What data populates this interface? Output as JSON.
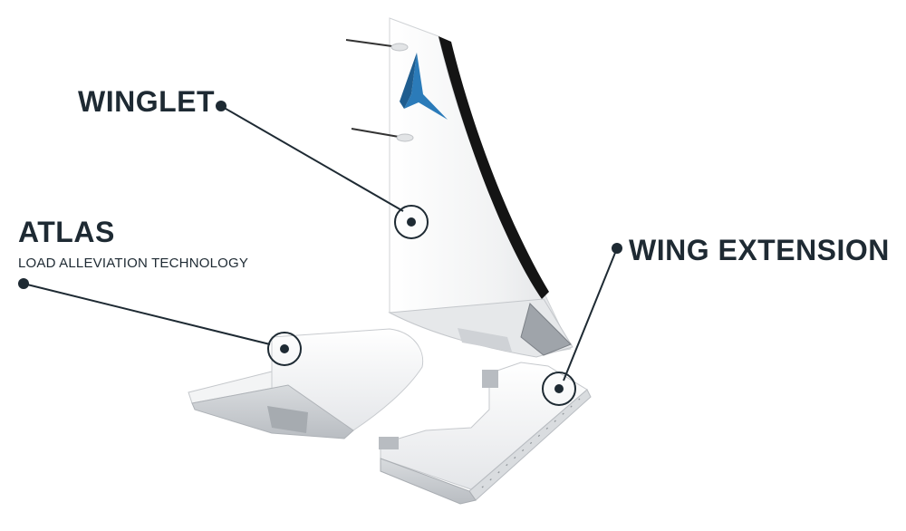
{
  "labels": {
    "winglet": "WINGLET",
    "atlas_title": "ATLAS",
    "atlas_subtitle": "LOAD ALLEVIATION TECHNOLOGY",
    "wing_extension": "WING EXTENSION"
  },
  "colors": {
    "label_text": "#1e2a33",
    "leader_line": "#1e2a33",
    "logo_blue": "#2b7bb9",
    "part_white": "#f2f3f4",
    "part_shadow": "#c9ccd0",
    "leading_edge": "#141414"
  },
  "icons": {
    "callout_marker": "ring-target-icon",
    "logo": "star-logo-icon"
  }
}
